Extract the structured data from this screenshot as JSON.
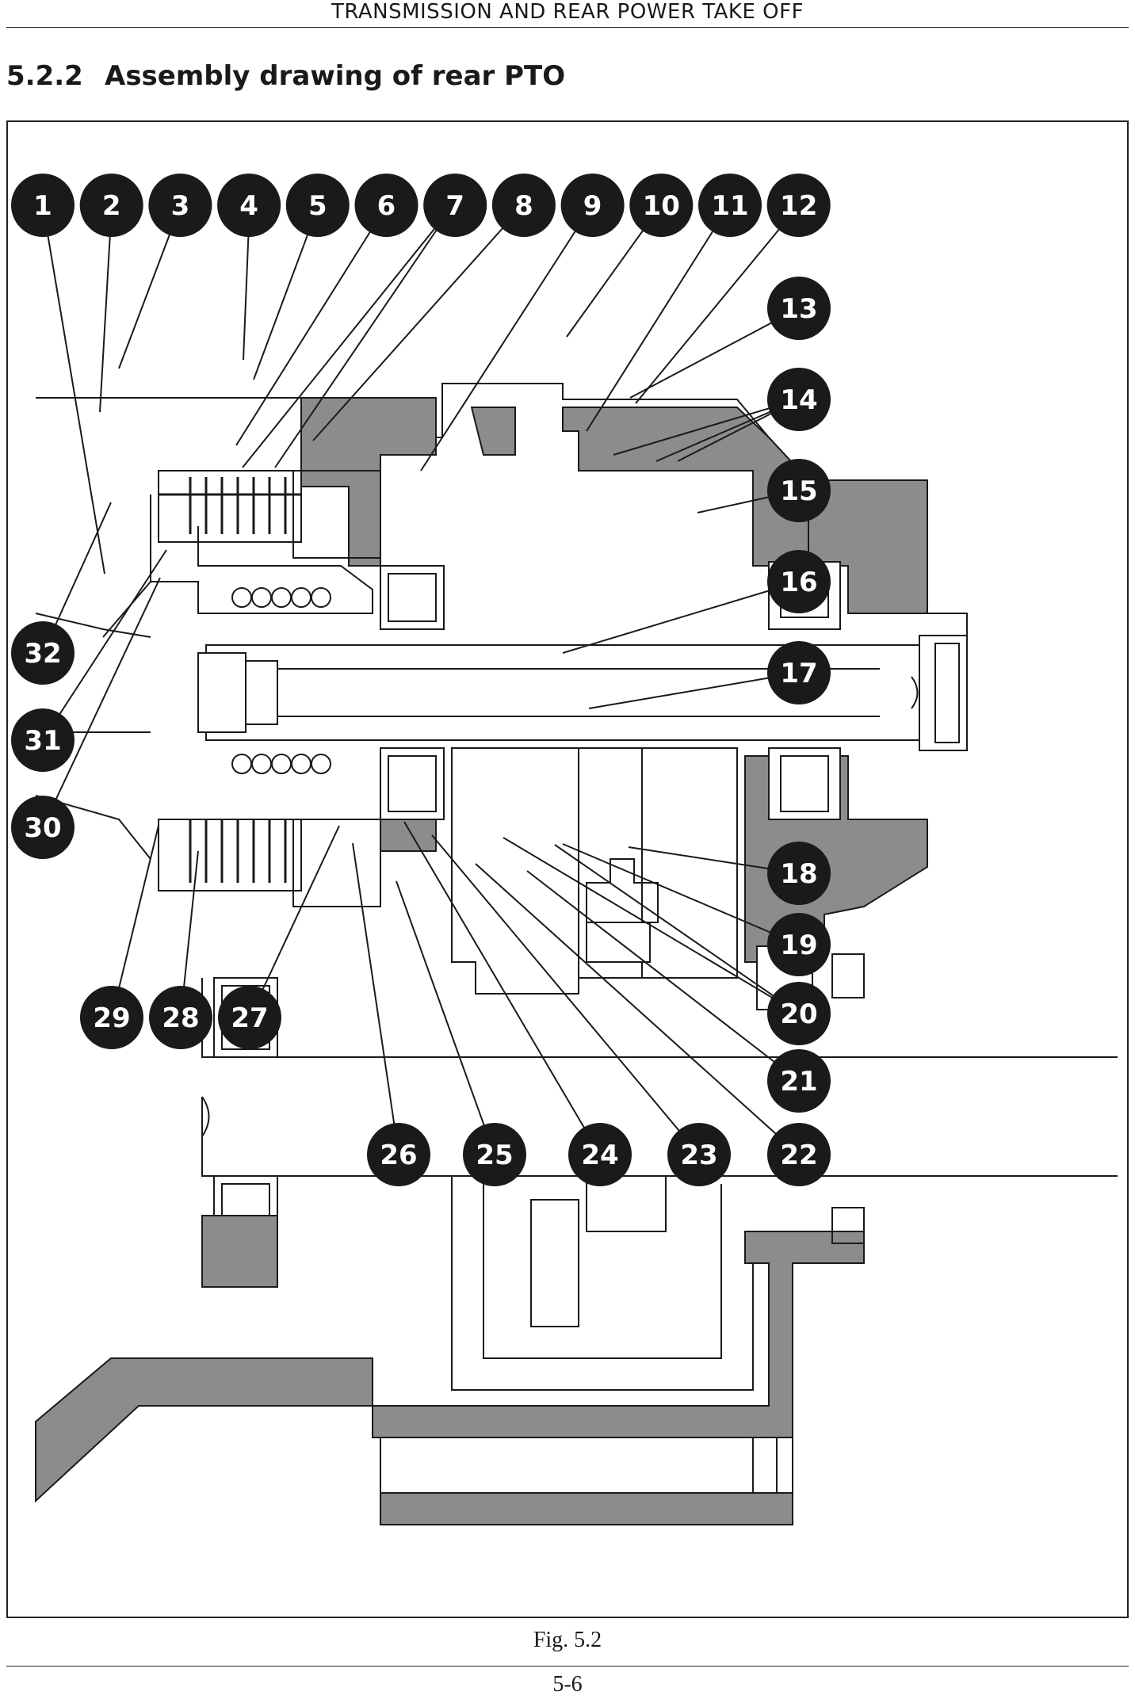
{
  "header": {
    "title": "TRANSMISSION AND REAR POWER TAKE OFF"
  },
  "section": {
    "number": "5.2.2",
    "title": "Assembly drawing of rear PTO"
  },
  "figure": {
    "caption": "Fig. 5.2",
    "callouts": [
      "1",
      "2",
      "3",
      "4",
      "5",
      "6",
      "7",
      "8",
      "9",
      "10",
      "11",
      "12",
      "13",
      "14",
      "15",
      "16",
      "17",
      "18",
      "19",
      "20",
      "21",
      "22",
      "23",
      "24",
      "25",
      "26",
      "27",
      "28",
      "29",
      "30",
      "31",
      "32"
    ]
  },
  "footer": {
    "page_number": "5-6"
  },
  "colors": {
    "ink": "#1a1a1a",
    "shade": "#8c8c8c",
    "paper": "#ffffff"
  }
}
